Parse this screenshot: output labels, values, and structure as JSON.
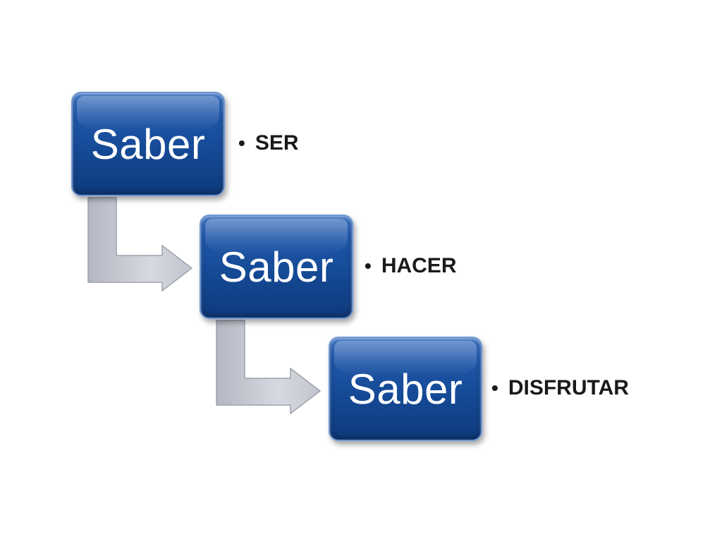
{
  "steps": [
    {
      "box_label": "Saber",
      "bullet": "SER"
    },
    {
      "box_label": "Saber",
      "bullet": "HACER"
    },
    {
      "box_label": "Saber",
      "bullet": "DISFRUTAR"
    }
  ],
  "bullet_symbol": "•",
  "colors": {
    "box_fill": "#154a96",
    "box_border": "#6f96d4",
    "arrow_fill": "#c9ccd4",
    "bullet_text": "#1a1a1a"
  }
}
